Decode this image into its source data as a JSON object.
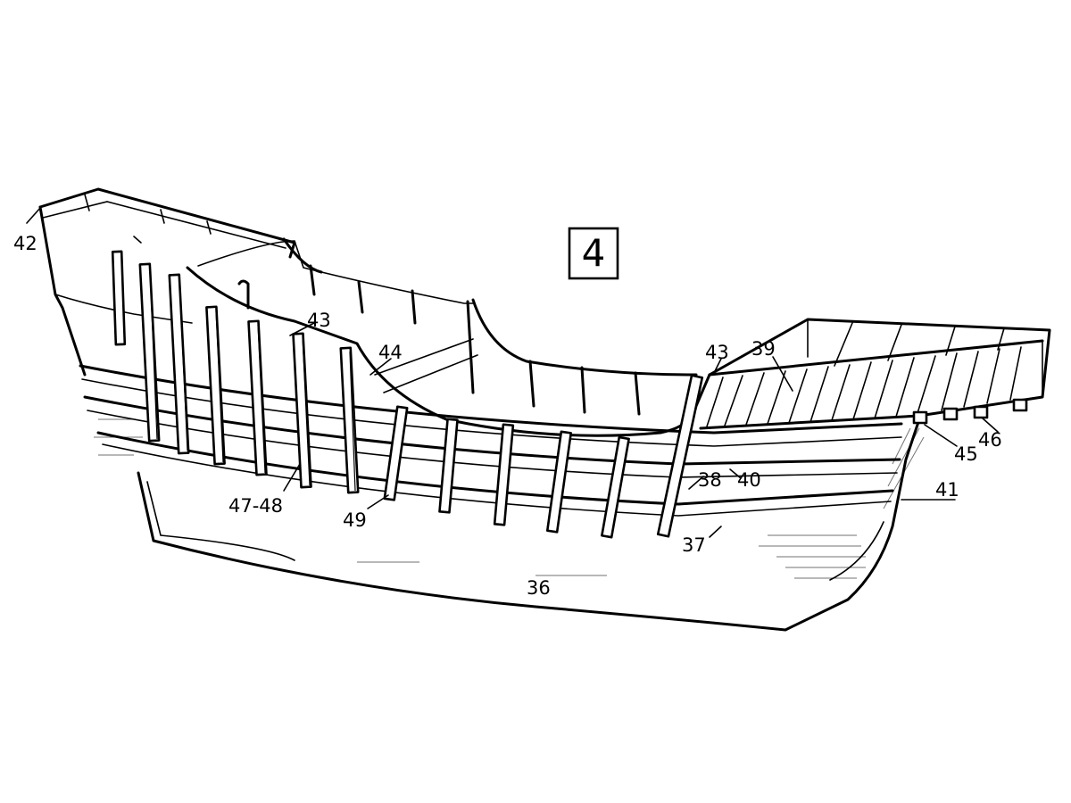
{
  "figure": {
    "number": "4"
  },
  "labels": {
    "l36": "36",
    "l37": "37",
    "l38": "38",
    "l39": "39",
    "l40": "40",
    "l41": "41",
    "l42": "42",
    "l43a": "43",
    "l43b": "43",
    "l44": "44",
    "l45": "45",
    "l46": "46",
    "l4748": "47-48",
    "l49": "49"
  }
}
